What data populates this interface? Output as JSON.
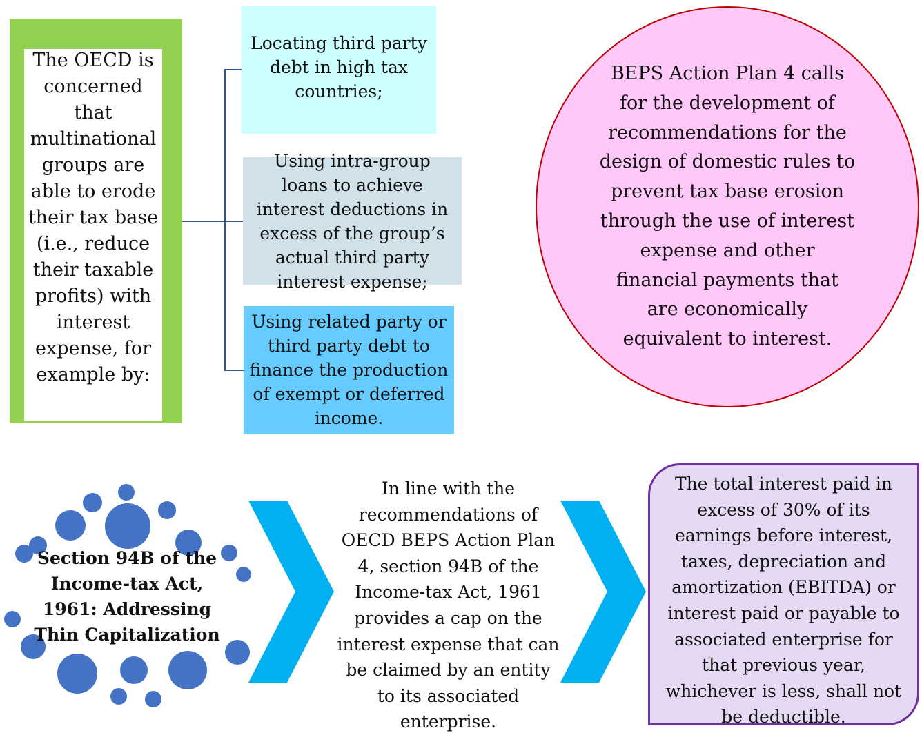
{
  "oecd_intro": "The OECD is concerned that multinational groups are able to erode their tax base (i.e., reduce their taxable profits) with interest expense, for example by:",
  "methods": [
    "Locating third party debt in high tax countries;",
    "Using intra-group loans to achieve interest deductions in excess of the group’s actual third party interest expense;",
    "Using related party or third party debt to finance the production of exempt or deferred income."
  ],
  "beps_action_plan": "BEPS Action Plan 4 calls for the development of recommendations for the design of domestic rules to prevent tax base erosion through the use of interest expense and other financial payments that are economically equivalent to interest.",
  "section_title": "Section 94B of the Income-tax Act, 1961: Addressing Thin Capitalization",
  "section_94b_summary": "In line with the recommendations of OECD BEPS Action Plan 4, section 94B of the Income-tax Act, 1961 provides a cap on the interest expense that can be claimed by an entity to its associated enterprise.",
  "disallowance_rule": "The total interest paid in excess of 30% of its earnings before interest, taxes, depreciation and amortization (EBITDA) or interest paid or payable to associated enterprise for that previous year, whichever is less, shall not be deductible.",
  "colors": {
    "green_frame": "#92d050",
    "method_1": "#ccffff",
    "method_2": "#d0e1e9",
    "method_3": "#66ccff",
    "circle_fill": "#ffc8f9",
    "circle_border": "#c00000",
    "bubbles": "#4472c4",
    "chevron": "#00b0f0",
    "purple_fill": "#e6d9f3",
    "purple_border": "#7030a0",
    "connector": "#2e5597"
  }
}
